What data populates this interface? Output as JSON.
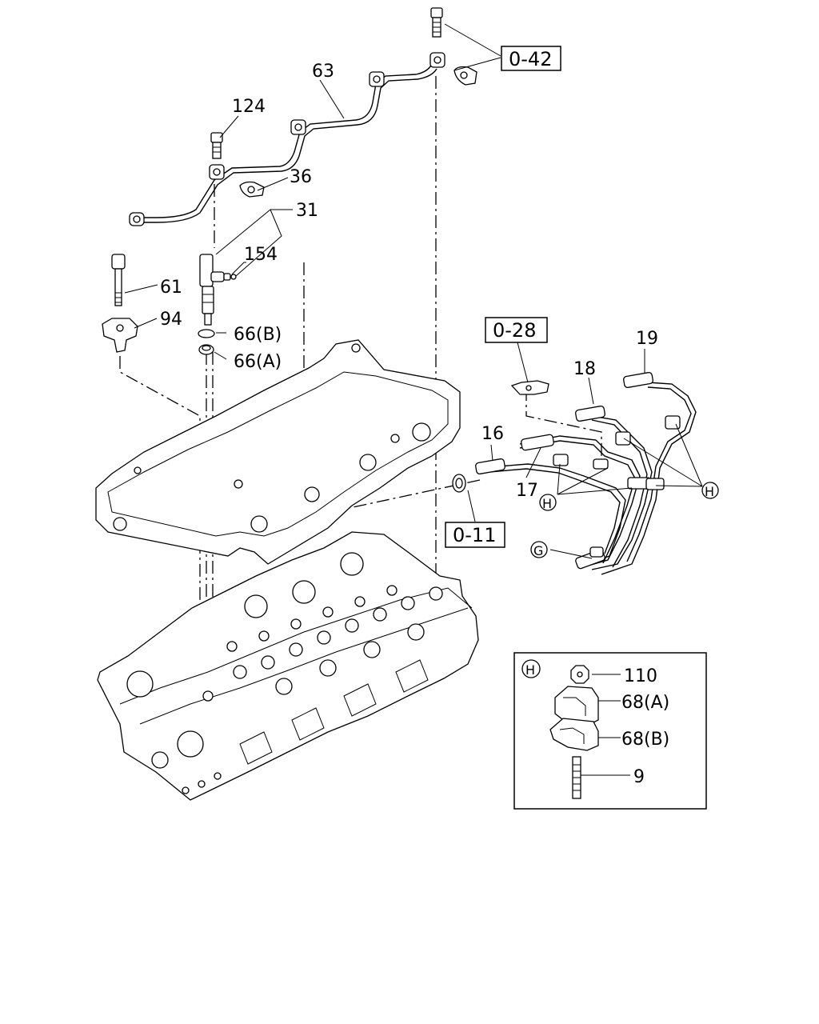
{
  "labels": {
    "p63": "63",
    "p124": "124",
    "p36": "36",
    "p31": "31",
    "p154": "154",
    "p61": "61",
    "p94": "94",
    "p66b": "66(B)",
    "p66a": "66(A)",
    "p19": "19",
    "p18": "18",
    "p16": "16",
    "p17": "17",
    "p110": "110",
    "p68a": "68(A)",
    "p68b": "68(B)",
    "p9": "9"
  },
  "ref_boxes": {
    "r042": "0-42",
    "r028": "0-28",
    "r011": "0-11"
  },
  "markers": {
    "h": "H",
    "g": "G"
  },
  "colors": {
    "line": "#000000",
    "background": "#ffffff"
  }
}
